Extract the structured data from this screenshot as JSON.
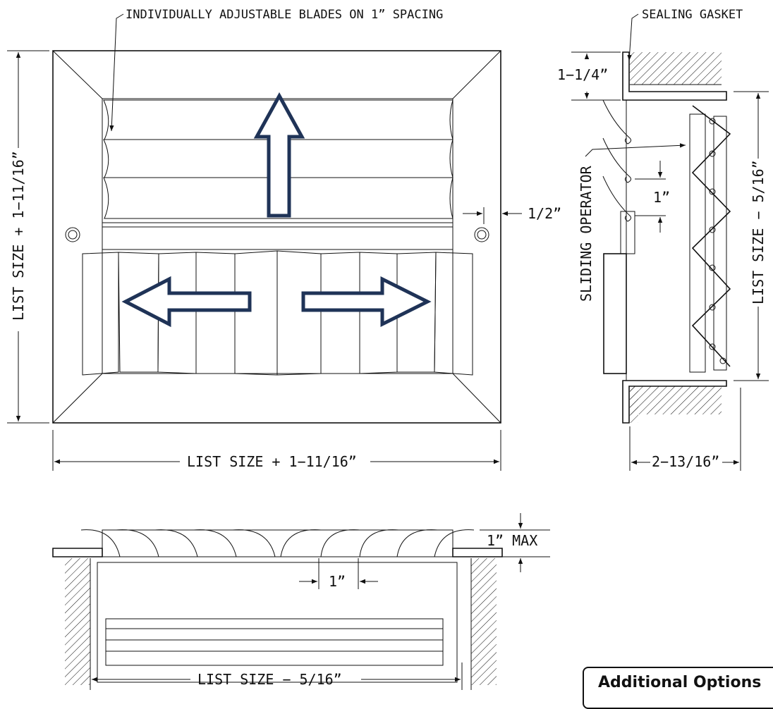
{
  "labels": {
    "blades": "INDIVIDUALLY ADJUSTABLE BLADES ON 1” SPACING",
    "gasket": "SEALING GASKET",
    "collar_height": "1−1/4”",
    "half_inch": "1/2”",
    "sliding_operator": "SLIDING OPERATOR",
    "blade_spacing_side": "1”",
    "list_size_minus_side": "LIST SIZE − 5/16”",
    "list_size_plus_vertical": "LIST SIZE + 1−11/16”",
    "list_size_plus_horizontal": "LIST SIZE + 1−11/16”",
    "depth": "2−13/16”",
    "max_throw": "1” MAX",
    "blade_spacing_bottom": "1”",
    "list_size_minus_bottom": "LIST SIZE − 5/16”"
  },
  "options": {
    "title": "Additional Options"
  },
  "colors": {
    "flow_arrow": "#1f3357",
    "line": "#111111"
  }
}
